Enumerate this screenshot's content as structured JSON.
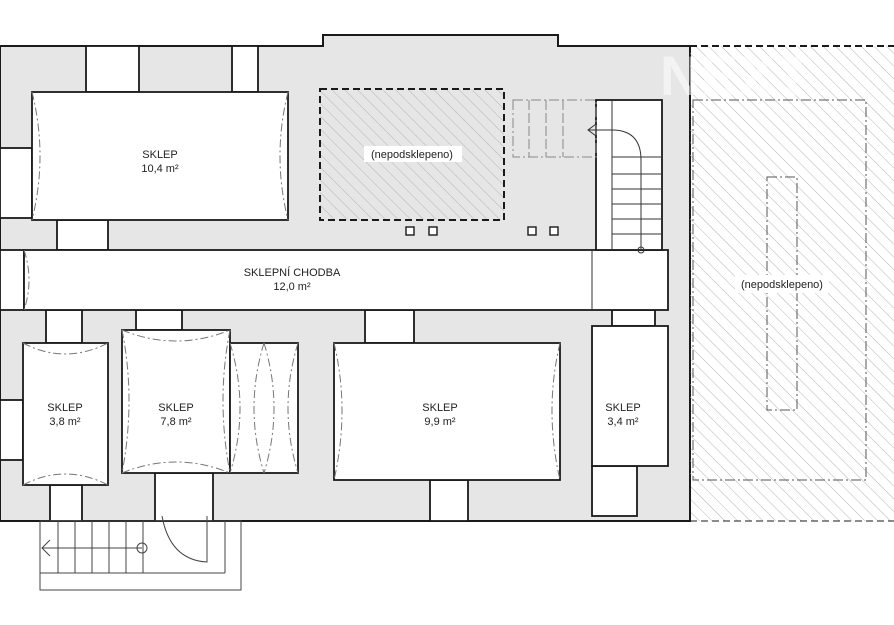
{
  "plan": {
    "watermark": "NEXT",
    "rooms": [
      {
        "name": "SKLEP",
        "area": "10,4 m²"
      },
      {
        "name": "SKLEPNÍ CHODBA",
        "area": "12,0 m²"
      },
      {
        "name": "SKLEP",
        "area": "3,8 m²"
      },
      {
        "name": "SKLEP",
        "area": "7,8 m²"
      },
      {
        "name": "SKLEP",
        "area": "9,9 m²"
      },
      {
        "name": "SKLEP",
        "area": "3,4 m²"
      }
    ],
    "unexcavated_label": "(nepodsklepeno)",
    "unexcavated_label_2": "(nepodsklepeno)",
    "colors": {
      "wall": "#e6e6e6",
      "line": "#1a1a1a",
      "hatch": "#b5b5b5"
    }
  }
}
